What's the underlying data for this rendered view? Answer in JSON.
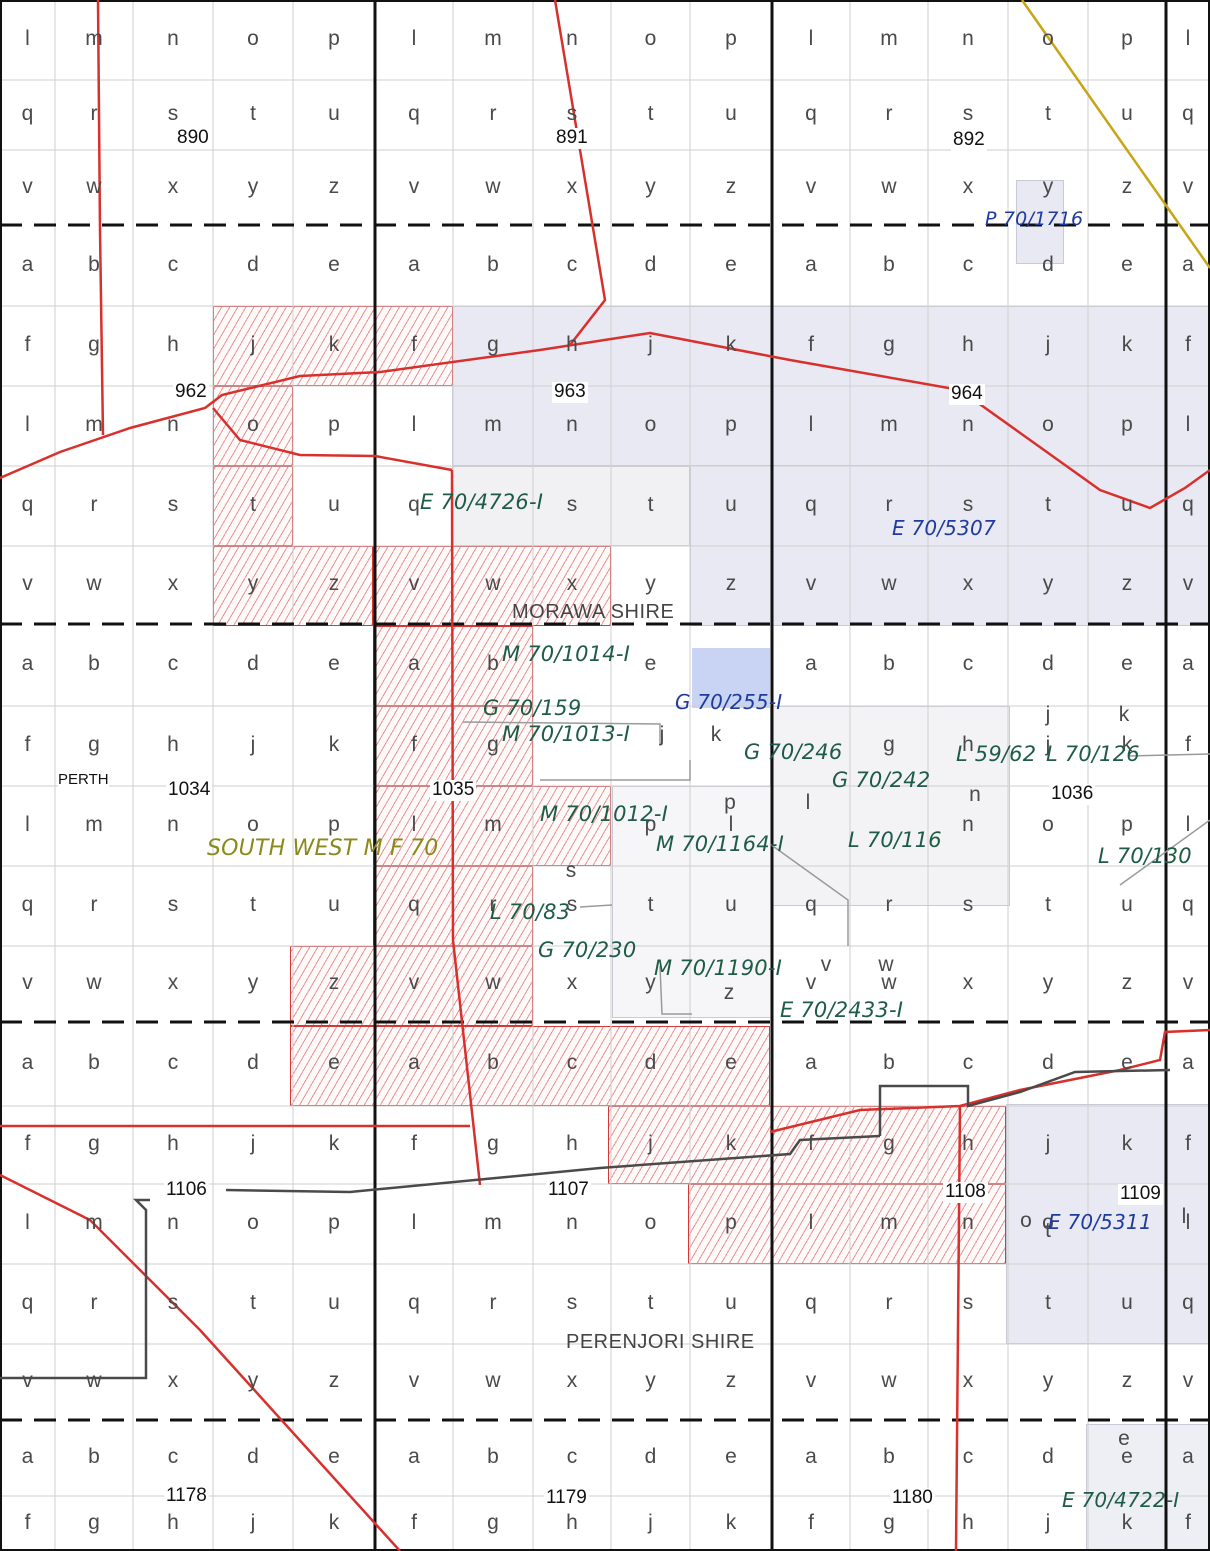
{
  "colors": {
    "shire_boundary": "#d8302c",
    "road": "#5a5a5a",
    "yellow_line": "#c9a417",
    "hatched_tenement": "#d63c3c",
    "granted_tenement_fill": "#e8e9f3",
    "grid_heavy": "#111111",
    "grid_light": "#c8c8c8"
  },
  "grid": {
    "rows": [
      {
        "cells": [
          "l",
          "m",
          "n",
          "o",
          "p",
          "l",
          "m",
          "n",
          "o",
          "p",
          "l",
          "m",
          "n",
          "o",
          "p",
          "l"
        ]
      },
      {
        "cells": [
          "q",
          "r",
          "s",
          "t",
          "u",
          "q",
          "r",
          "s",
          "t",
          "u",
          "q",
          "r",
          "s",
          "t",
          "u",
          "q"
        ]
      },
      {
        "cells": [
          "v",
          "w",
          "x",
          "y",
          "z",
          "v",
          "w",
          "x",
          "y",
          "z",
          "v",
          "w",
          "x",
          "y",
          "z",
          "v"
        ]
      },
      {
        "cells": [
          "a",
          "b",
          "c",
          "d",
          "e",
          "a",
          "b",
          "c",
          "d",
          "e",
          "a",
          "b",
          "c",
          "d",
          "e",
          "a"
        ]
      },
      {
        "cells": [
          "f",
          "g",
          "h",
          "j",
          "k",
          "f",
          "g",
          "h",
          "j",
          "k",
          "f",
          "g",
          "h",
          "j",
          "k",
          "f"
        ]
      },
      {
        "cells": [
          "l",
          "m",
          "n",
          "o",
          "p",
          "l",
          "m",
          "n",
          "o",
          "p",
          "l",
          "m",
          "n",
          "o",
          "p",
          "l"
        ]
      },
      {
        "cells": [
          "q",
          "r",
          "s",
          "t",
          "u",
          "q",
          "",
          "s",
          "t",
          "u",
          "q",
          "r",
          "s",
          "t",
          "u",
          "q"
        ]
      },
      {
        "cells": [
          "v",
          "w",
          "x",
          "y",
          "z",
          "v",
          "w",
          "x",
          "y",
          "z",
          "v",
          "w",
          "x",
          "y",
          "z",
          "v"
        ]
      },
      {
        "cells": [
          "a",
          "b",
          "c",
          "d",
          "e",
          "a",
          "b",
          "",
          "e",
          "",
          "a",
          "b",
          "c",
          "d",
          "e",
          "a"
        ]
      },
      {
        "cells": [
          "f",
          "g",
          "h",
          "j",
          "k",
          "f",
          "g",
          "",
          "",
          "",
          "",
          "g",
          "h",
          "j",
          "k",
          "f"
        ]
      },
      {
        "cells": [
          "l",
          "m",
          "n",
          "o",
          "p",
          "l",
          "m",
          "",
          "p",
          "l",
          "",
          "",
          "n",
          "o",
          "p",
          "l"
        ]
      },
      {
        "cells": [
          "q",
          "r",
          "s",
          "t",
          "u",
          "q",
          "r",
          "s",
          "t",
          "u",
          "q",
          "r",
          "s",
          "t",
          "u",
          "q"
        ]
      },
      {
        "cells": [
          "v",
          "w",
          "x",
          "y",
          "z",
          "v",
          "w",
          "x",
          "y",
          "",
          "v",
          "w",
          "x",
          "y",
          "z",
          "v"
        ]
      },
      {
        "cells": [
          "a",
          "b",
          "c",
          "d",
          "e",
          "a",
          "b",
          "c",
          "d",
          "e",
          "a",
          "b",
          "c",
          "d",
          "e",
          "a"
        ]
      },
      {
        "cells": [
          "f",
          "g",
          "h",
          "j",
          "k",
          "f",
          "g",
          "h",
          "j",
          "k",
          "f",
          "g",
          "h",
          "j",
          "k",
          "f"
        ]
      },
      {
        "cells": [
          "l",
          "m",
          "n",
          "o",
          "p",
          "l",
          "m",
          "n",
          "o",
          "p",
          "l",
          "m",
          "n",
          "o",
          "",
          "l"
        ]
      },
      {
        "cells": [
          "q",
          "r",
          "s",
          "t",
          "u",
          "q",
          "r",
          "s",
          "t",
          "u",
          "q",
          "r",
          "s",
          "t",
          "u",
          "q"
        ]
      },
      {
        "cells": [
          "v",
          "w",
          "x",
          "y",
          "z",
          "v",
          "w",
          "x",
          "y",
          "z",
          "v",
          "w",
          "x",
          "y",
          "z",
          "v"
        ]
      },
      {
        "cells": [
          "a",
          "b",
          "c",
          "d",
          "e",
          "a",
          "b",
          "c",
          "d",
          "e",
          "a",
          "b",
          "c",
          "d",
          "e",
          "a"
        ]
      },
      {
        "cells": [
          "f",
          "g",
          "h",
          "j",
          "k",
          "f",
          "g",
          "h",
          "j",
          "k",
          "f",
          "g",
          "h",
          "j",
          "k",
          "f"
        ]
      }
    ]
  },
  "extra_letters": {
    "s": "s",
    "z": "z",
    "j": "j",
    "k": "k",
    "p": "p",
    "l": "l",
    "n": "n",
    "v": "v",
    "w": "w",
    "t": "t",
    "r": "r",
    "q": "q",
    "y": "y",
    "e": "e",
    "o": "o"
  },
  "sheets": {
    "s890": "890",
    "s891": "891",
    "s892": "892",
    "s962": "962",
    "s963": "963",
    "s964": "964",
    "s1034": "1034",
    "s1035": "1035",
    "s1036": "1036",
    "s1106": "1106",
    "s1107": "1107",
    "s1108": "1108",
    "s1109": "1109",
    "s1178": "1178",
    "s1179": "1179",
    "s1180": "1180"
  },
  "places": {
    "perth": "PERTH",
    "morawa": "MORAWA SHIRE",
    "perenjori": "PERENJORI SHIRE"
  },
  "tenements": {
    "p70_1716": "P 70/1716",
    "e70_4726": "E 70/4726-I",
    "e70_5307": "E 70/5307",
    "m70_1014": "M 70/1014-I",
    "g70_159": "G 70/159",
    "g70_255": "G 70/255-I",
    "m70_1013": "M 70/1013-I",
    "g70_246": "G 70/246",
    "l59_62": "L 59/62",
    "l70_126": "L 70/126",
    "g70_242": "G 70/242",
    "m70_1012": "M 70/1012-I",
    "m70_1164": "M 70/1164-I",
    "l70_116": "L 70/116",
    "l70_130": "L 70/130",
    "south_west": "SOUTH WEST M F 70",
    "l70_83": "L 70/83",
    "g70_230": "G 70/230",
    "m70_1190": "M 70/1190-I",
    "e70_2433": "E 70/2433-I",
    "e70_5311": "E 70/5311",
    "e70_4722": "E 70/4722-I"
  }
}
